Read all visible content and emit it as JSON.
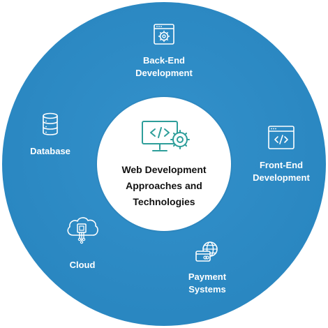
{
  "colors": {
    "ring": "#2a87c1",
    "ring_light": "#3391cb",
    "icon_teal": "#2e9e9a",
    "icon_lines": "#ffffff",
    "center_text": "#111111"
  },
  "center": {
    "title": [
      "Web Development",
      "Approaches and",
      "Technologies"
    ],
    "icon": "monitor-code-gear-icon"
  },
  "segments": [
    {
      "id": "back-end",
      "icon": "browser-gear-icon",
      "label": [
        "Back-End",
        "Development"
      ]
    },
    {
      "id": "front-end",
      "icon": "browser-code-icon",
      "label": [
        "Front-End",
        "Development"
      ]
    },
    {
      "id": "payment",
      "icon": "globe-card-icon",
      "label": [
        "Payment",
        "Systems"
      ]
    },
    {
      "id": "cloud",
      "icon": "cloud-chip-icon",
      "label": [
        "Cloud"
      ]
    },
    {
      "id": "database",
      "icon": "database-icon",
      "label": [
        "Database"
      ]
    }
  ]
}
